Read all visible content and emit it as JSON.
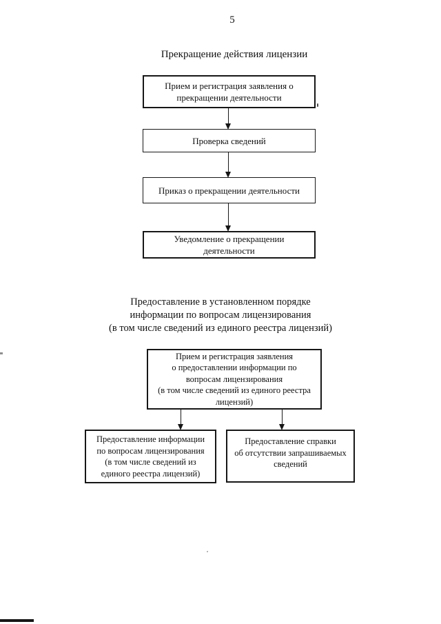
{
  "colors": {
    "ink": "#111111",
    "background": "#ffffff"
  },
  "page": {
    "number": "5"
  },
  "section1": {
    "title": "Прекращение действия лицензии",
    "boxes": [
      {
        "label": "Прием и регистрация заявления о\nпрекращении деятельности",
        "emphasis": true
      },
      {
        "label": "Проверка сведений",
        "emphasis": false
      },
      {
        "label": "Приказ о прекращении деятельности",
        "emphasis": false
      },
      {
        "label": "Уведомление о прекращении\nдеятельности",
        "emphasis": true
      }
    ],
    "flow": "box1 -> box2 -> box3 -> box4"
  },
  "section2": {
    "title": "Предоставление в установленном порядке\nинформации по вопросам лицензирования\n(в том числе сведений из единого реестра лицензий)",
    "top_box": {
      "label": "Прием и регистрация заявления\nо предоставлении информации по\nвопросам лицензирования\n(в том числе сведений из единого реестра\nлицензий)"
    },
    "left_box": {
      "label": "Предоставление информации\nпо вопросам лицензирования\n(в том числе сведений из\nединого реестра лицензий)"
    },
    "right_box": {
      "label": "Предоставление справки\nоб отсутствии запрашиваемых\nсведений"
    },
    "flow": "top_box -> left_box; top_box -> right_box"
  }
}
